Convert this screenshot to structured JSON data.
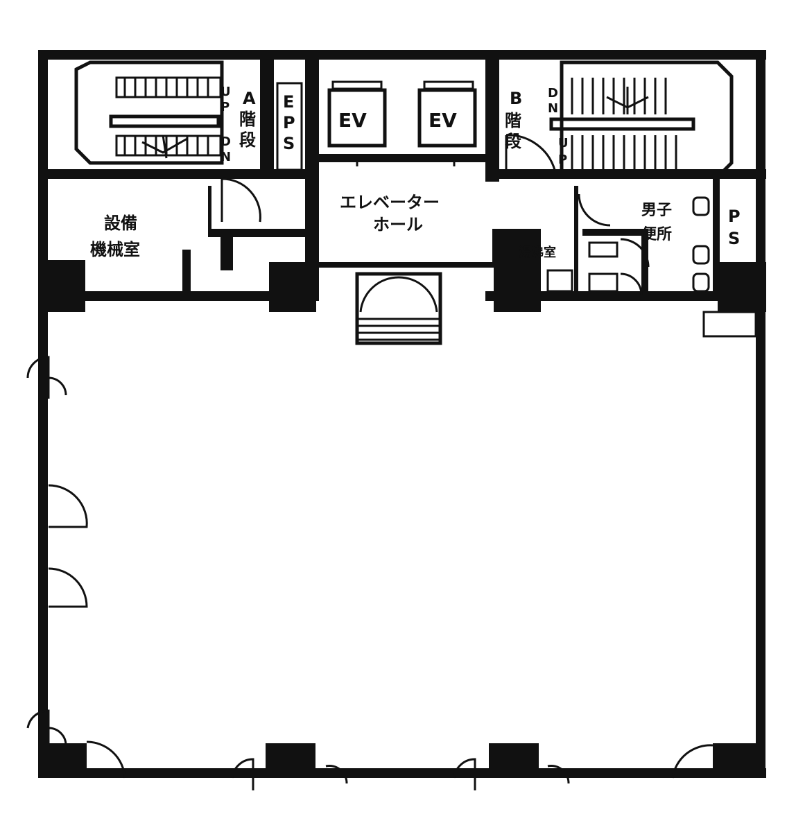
{
  "labels": {
    "stair_a_name": "A",
    "stair_a_kanji": [
      "階",
      "段"
    ],
    "stair_a_up": [
      "U",
      "P"
    ],
    "stair_a_dn": [
      "D",
      "N"
    ],
    "eps": [
      "E",
      "P",
      "S"
    ],
    "ev1": "EV",
    "ev2": "EV",
    "stair_b_name": "B",
    "stair_b_kanji": [
      "階",
      "段"
    ],
    "stair_b_dn": [
      "D",
      "N"
    ],
    "stair_b_up": [
      "U",
      "P"
    ],
    "elevator_hall": [
      "エレベーター",
      "ホール"
    ],
    "machine_room": [
      "設備",
      "機械室"
    ],
    "pantry": "湯沸室",
    "mens_toilet": [
      "男子",
      "便所"
    ],
    "ps": [
      "P",
      "S"
    ]
  }
}
